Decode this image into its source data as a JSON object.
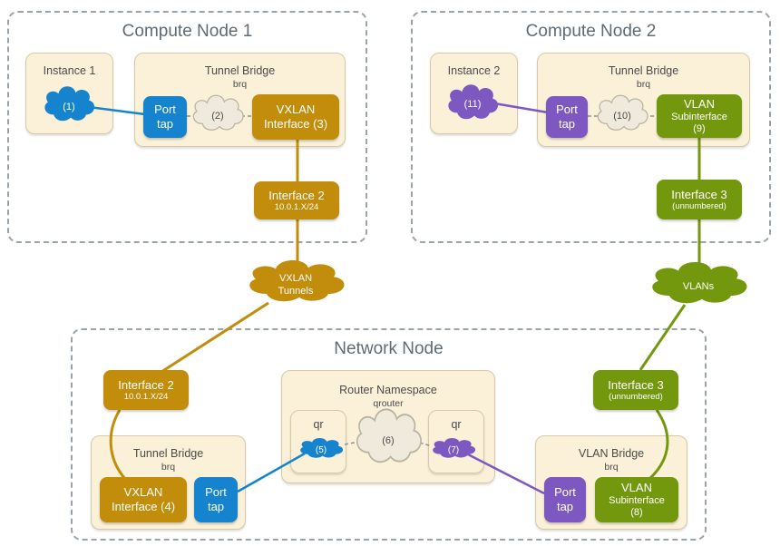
{
  "compute1": {
    "title": "Compute Node 1",
    "instance": {
      "label": "Instance 1",
      "cloud": "(1)"
    },
    "bridge": {
      "label": "Tunnel Bridge",
      "sub": "brq"
    },
    "port": {
      "line1": "Port",
      "line2": "tap"
    },
    "cloud": "(2)",
    "vxlan": {
      "line1": "VXLAN",
      "line2": "Interface (3)"
    },
    "iface": {
      "line1": "Interface 2",
      "line2": "10.0.1.X/24"
    }
  },
  "compute2": {
    "title": "Compute Node 2",
    "instance": {
      "label": "Instance 2",
      "cloud": "(11)"
    },
    "bridge": {
      "label": "Tunnel Bridge",
      "sub": "brq"
    },
    "port": {
      "line1": "Port",
      "line2": "tap"
    },
    "cloud": "(10)",
    "vlan": {
      "line1": "VLAN",
      "line2": "Subinterface",
      "line3": "(9)"
    },
    "iface": {
      "line1": "Interface 3",
      "line2": "(unnumbered)"
    }
  },
  "clouds": {
    "vxlan": {
      "line1": "VXLAN",
      "line2": "Tunnels"
    },
    "vlans": "VLANs"
  },
  "network": {
    "title": "Network Node",
    "iface_left": {
      "line1": "Interface 2",
      "line2": "10.0.1.X/24"
    },
    "iface_right": {
      "line1": "Interface 3",
      "line2": "(unnumbered)"
    },
    "tunnel_bridge": {
      "label": "Tunnel Bridge",
      "sub": "brq"
    },
    "vxlan": {
      "line1": "VXLAN",
      "line2": "Interface (4)"
    },
    "port_left": {
      "line1": "Port",
      "line2": "tap"
    },
    "router": {
      "label": "Router Namespace",
      "sub": "qrouter"
    },
    "qr_left": {
      "label": "qr",
      "cloud": "(5)"
    },
    "router_cloud": "(6)",
    "qr_right": {
      "label": "qr",
      "cloud": "(7)"
    },
    "vlan_bridge": {
      "label": "VLAN Bridge",
      "sub": "brq"
    },
    "port_right": {
      "line1": "Port",
      "line2": "tap"
    },
    "vlan": {
      "line1": "VLAN",
      "line2": "Subinterface",
      "line3": "(8)"
    }
  },
  "colors": {
    "gold": "#c18d0b",
    "green": "#73980d",
    "blue": "#1683cf",
    "purple": "#7e58c1",
    "panel": "#fbf1d8",
    "cloud_neutral": "#efeadc"
  }
}
